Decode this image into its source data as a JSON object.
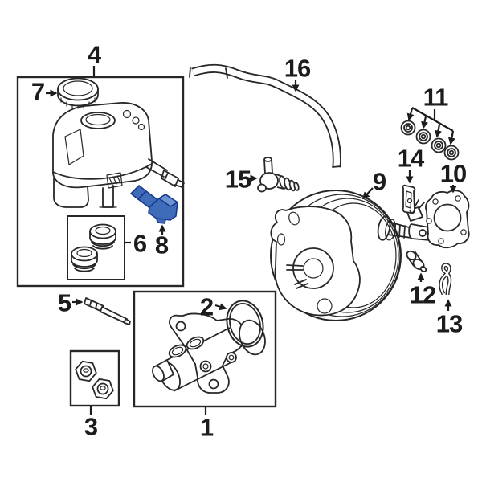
{
  "diagram": {
    "type": "exploded-parts-diagram",
    "subject": "brake master cylinder, reservoir and power brake booster",
    "highlighted_part_number": "8"
  },
  "colors": {
    "background": "#ffffff",
    "line": "#272727",
    "label": "#1c1c1c",
    "highlight_fill": "#3e6cb8",
    "highlight_light": "#6c93d1",
    "highlight_stroke": "#17398c"
  },
  "callouts": {
    "p1": "1",
    "p2": "2",
    "p3": "3",
    "p4": "4",
    "p5": "5",
    "p6": "6",
    "p7": "7",
    "p8": "8",
    "p9": "9",
    "p10": "10",
    "p11": "11",
    "p12": "12",
    "p13": "13",
    "p14": "14",
    "p15": "15",
    "p16": "16"
  }
}
